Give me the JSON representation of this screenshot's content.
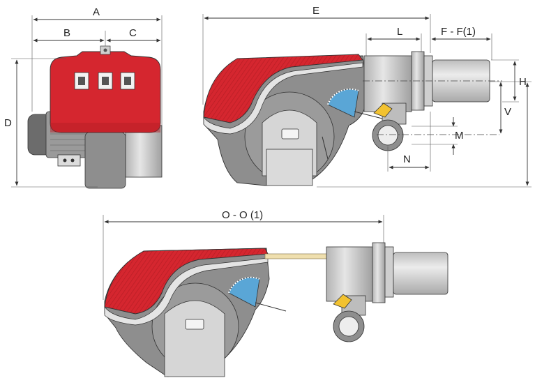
{
  "colors": {
    "cover_red": "#d5262f",
    "cover_dark": "#9a1a20",
    "body_grey": "#8e8e8e",
    "part_light": "#d6d6d6",
    "part_mid": "#b5b5b5",
    "damper_blue": "#5aa6d6",
    "lever_yellow": "#f2c230",
    "rod_cream": "#efdfae",
    "line": "#333333"
  },
  "labels": {
    "A": "A",
    "B": "B",
    "C": "C",
    "D": "D",
    "E": "E",
    "L": "L",
    "FF1": "F - F(1)",
    "H": "H",
    "V": "V",
    "M": "M",
    "N": "N",
    "OO1": "O - O (1)"
  }
}
